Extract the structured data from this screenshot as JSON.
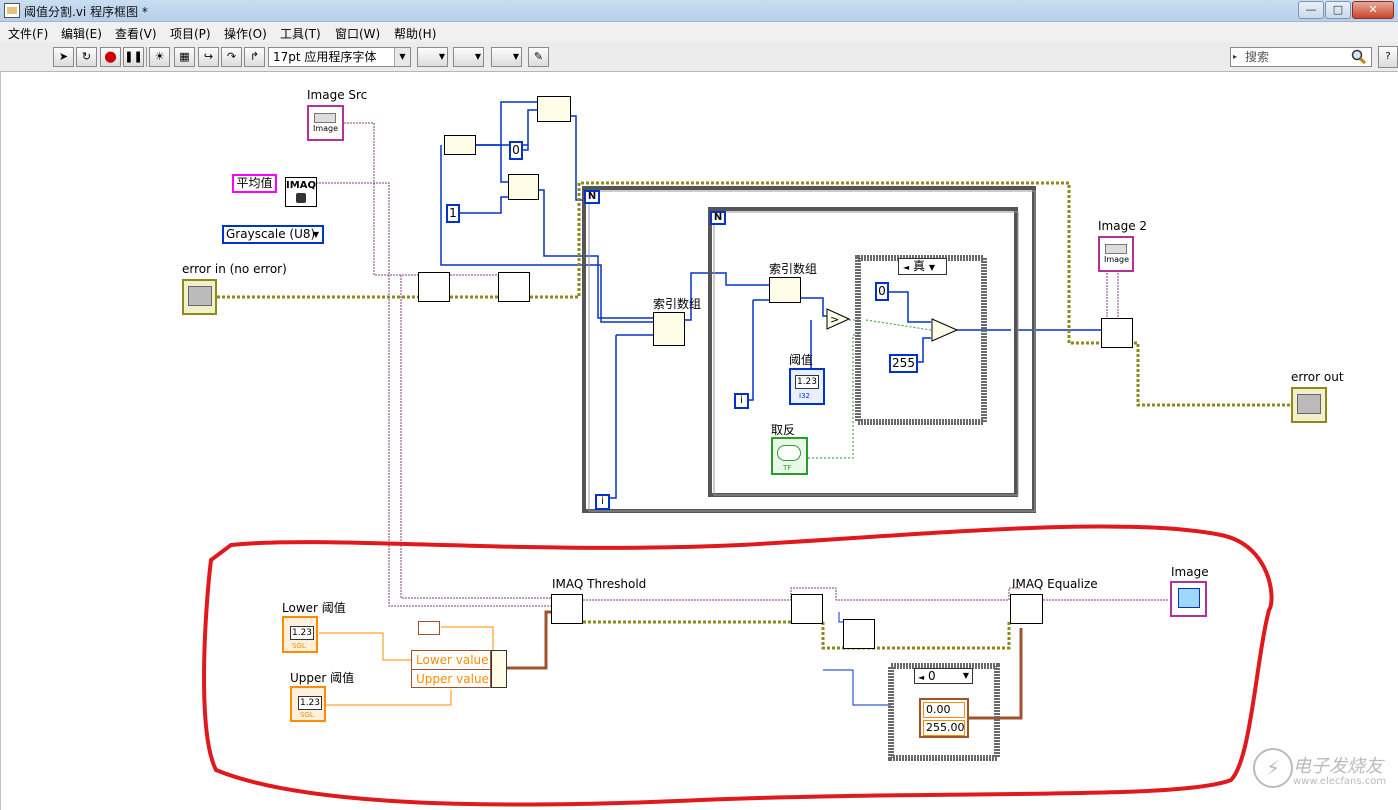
{
  "window": {
    "title": "阈值分割.vi 程序框图 *"
  },
  "menu": [
    "文件(F)",
    "编辑(E)",
    "查看(V)",
    "项目(P)",
    "操作(O)",
    "工具(T)",
    "窗口(W)",
    "帮助(H)"
  ],
  "toolbar": {
    "font_label": "17pt 应用程序字体",
    "search_placeholder": "搜索",
    "help_glyph": "?"
  },
  "diagram": {
    "image_src": "Image Src",
    "image_label_small": "Image",
    "avg_const": "平均值",
    "imaq_text": "IMAQ",
    "grayscale": "Grayscale (U8)",
    "error_in": "error in (no error)",
    "const_0": "0",
    "const_1": "1",
    "for_n": "N",
    "iter_i": "i",
    "index_array_1": "索引数组",
    "index_array_2": "索引数组",
    "case_selector": "真",
    "case_const_0": "0",
    "const_255": "255",
    "threshold_ctl": "阈值",
    "numeric_text": "1.23",
    "numeric_type_i32": "I32",
    "numeric_type_sgl": "SGL",
    "invert_ctl": "取反",
    "bool_type": "TF",
    "image2": "Image 2",
    "error_out": "error out",
    "lower_ctl": "Lower 阈值",
    "upper_ctl": "Upper 阈值",
    "bundle_lower": "Lower value",
    "bundle_upper": "Upper value",
    "imaq_threshold": "IMAQ Threshold",
    "imaq_equalize": "IMAQ Equalize",
    "image_out": "Image",
    "case2_selector": "0",
    "range_lo": "0.00",
    "range_hi": "255.00",
    "watermark": "电子发烧友",
    "watermark_url": "www.elecfans.com"
  },
  "colors": {
    "wire_blue": "#0033cc",
    "wire_pink": "#8a3a8a",
    "wire_orange": "#a0522d",
    "error_wire": "#8c8a1c",
    "annotation_red": "#e0191e"
  }
}
